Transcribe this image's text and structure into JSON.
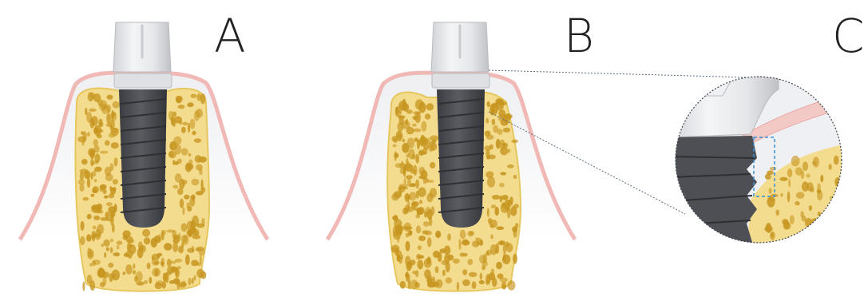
{
  "panels": {
    "a": {
      "label": "A"
    },
    "b": {
      "label": "B"
    },
    "c": {
      "label": "C"
    }
  },
  "colors": {
    "gum": "#f3c9c6",
    "gum_outline": "#eaa6a3",
    "soft_tissue": "#e9eaee",
    "bone": "#f4dc8e",
    "bone_pores": "#c6951f",
    "implant": "#4d4f54",
    "implant_threads": "#2e3034",
    "abutment": "#e4e5e8",
    "abutment_shade": "#bfc1c6",
    "leader_line": "#5b6b7f",
    "marker_box": "#3a8fd0"
  },
  "icons": {
    "implant": "dental-implant-icon",
    "bone": "bone-cross-section-icon",
    "magnifier": "zoom-circle-icon"
  }
}
